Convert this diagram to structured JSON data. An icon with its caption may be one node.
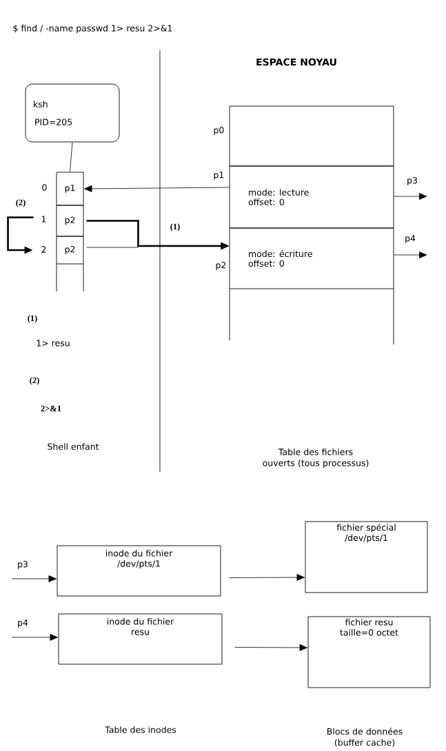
{
  "diagram": {
    "nodes": [
      {
        "text": [
          "ksh",
          "PID=205"
        ]
      },
      {
        "text": [
          "p1"
        ],
        "beside": [
          "0"
        ]
      },
      {
        "text": [
          "p2"
        ],
        "beside": [
          "1"
        ]
      },
      {
        "text": [
          "p2"
        ],
        "beside": [
          "2"
        ]
      },
      {
        "text": [],
        "shape": "box",
        "beside": [
          "p0"
        ]
      },
      {
        "text": [
          "mode: lecture",
          "offset: 0"
        ],
        "beside": [
          "p1"
        ]
      },
      {
        "text": [
          "mode: écriture",
          "offset: 0"
        ],
        "beside": [
          "p2"
        ]
      },
      {
        "text": [
          "inode du fichier /dev/pts/1"
        ]
      },
      {
        "text": [
          "inode du fichier resu"
        ]
      },
      {
        "text": [
          "fichier spécial /dev/pts/1"
        ]
      },
      {
        "text": [
          "fichier resu taille=0 octet"
        ]
      }
    ],
    "edges": [
      {
        "from": 0,
        "to": 1,
        "arrow": "none"
      },
      {
        "from": 5,
        "to": 1,
        "arrow": "to"
      },
      {
        "from": 2,
        "to": 6,
        "arrow": "to",
        "style": "thick",
        "label": "(1)"
      },
      {
        "from": 3,
        "to": 6,
        "arrow": "to"
      },
      {
        "from": 2,
        "to": 3,
        "arrow": "to",
        "style": "thick",
        "label": "(2)"
      },
      {
        "from": 5,
        "to": null,
        "arrow": "to",
        "label": "p3"
      },
      {
        "from": 6,
        "to": null,
        "arrow": "to",
        "label": "p4"
      },
      {
        "from": null,
        "to": 7,
        "arrow": "to",
        "label": "p3"
      },
      {
        "from": null,
        "to": 8,
        "arrow": "to",
        "label": "p4"
      },
      {
        "from": 7,
        "to": 9,
        "arrow": "to"
      },
      {
        "from": 8,
        "to": 10,
        "arrow": "to"
      }
    ],
    "labels": [
      "$ find / -name passwd 1> resu 2>&1",
      "ESPACE NOYAU",
      "(1)",
      "1> resu",
      "(2)",
      "2>&1",
      "Shell enfant",
      "Table des fichiers ouverts (tous processus)",
      "Table des inodes",
      "Blocs de données (buffer cache)"
    ]
  }
}
